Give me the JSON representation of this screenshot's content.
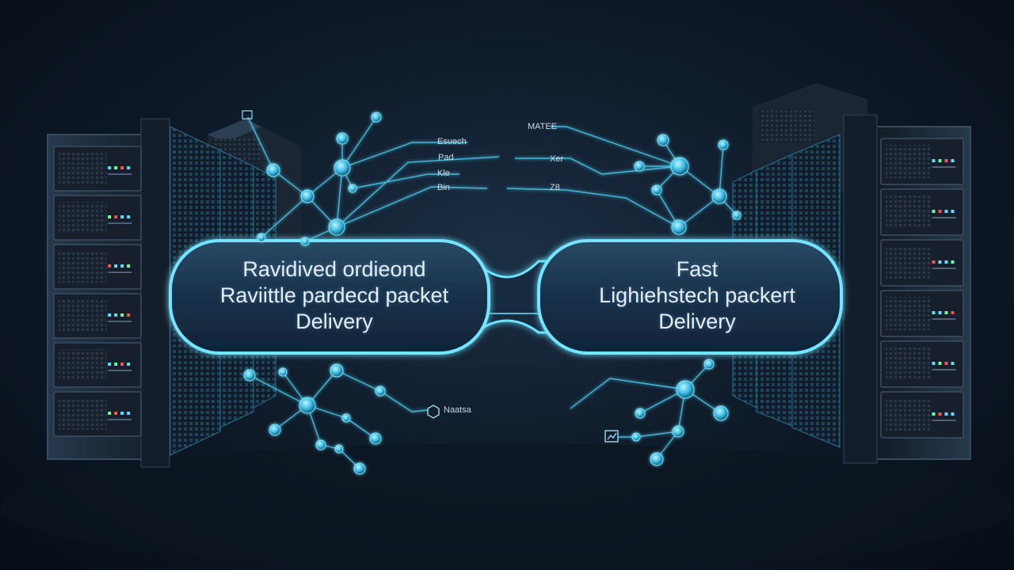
{
  "left_panel": {
    "line1": "Ravidived ordieond",
    "line2": "Raviittle pardecd packet",
    "line3": "Delivery"
  },
  "right_panel": {
    "line1": "Fast",
    "line2": "Lighiehstech packert",
    "line3": "Delivery"
  },
  "labels": {
    "left_top_1": "Esuech",
    "left_top_2": "Pad",
    "left_top_3": "Kle",
    "left_top_4": "Bin",
    "right_top_1": "MATEE",
    "right_top_2": "Xer",
    "right_top_3": "Z8",
    "bottom_left": "Naatsa"
  },
  "colors": {
    "background": "#0f1c2b",
    "glow": "#5fe3ff",
    "node": "#48c8f0",
    "server_body": "#1c2836",
    "server_face": "#141d28"
  }
}
